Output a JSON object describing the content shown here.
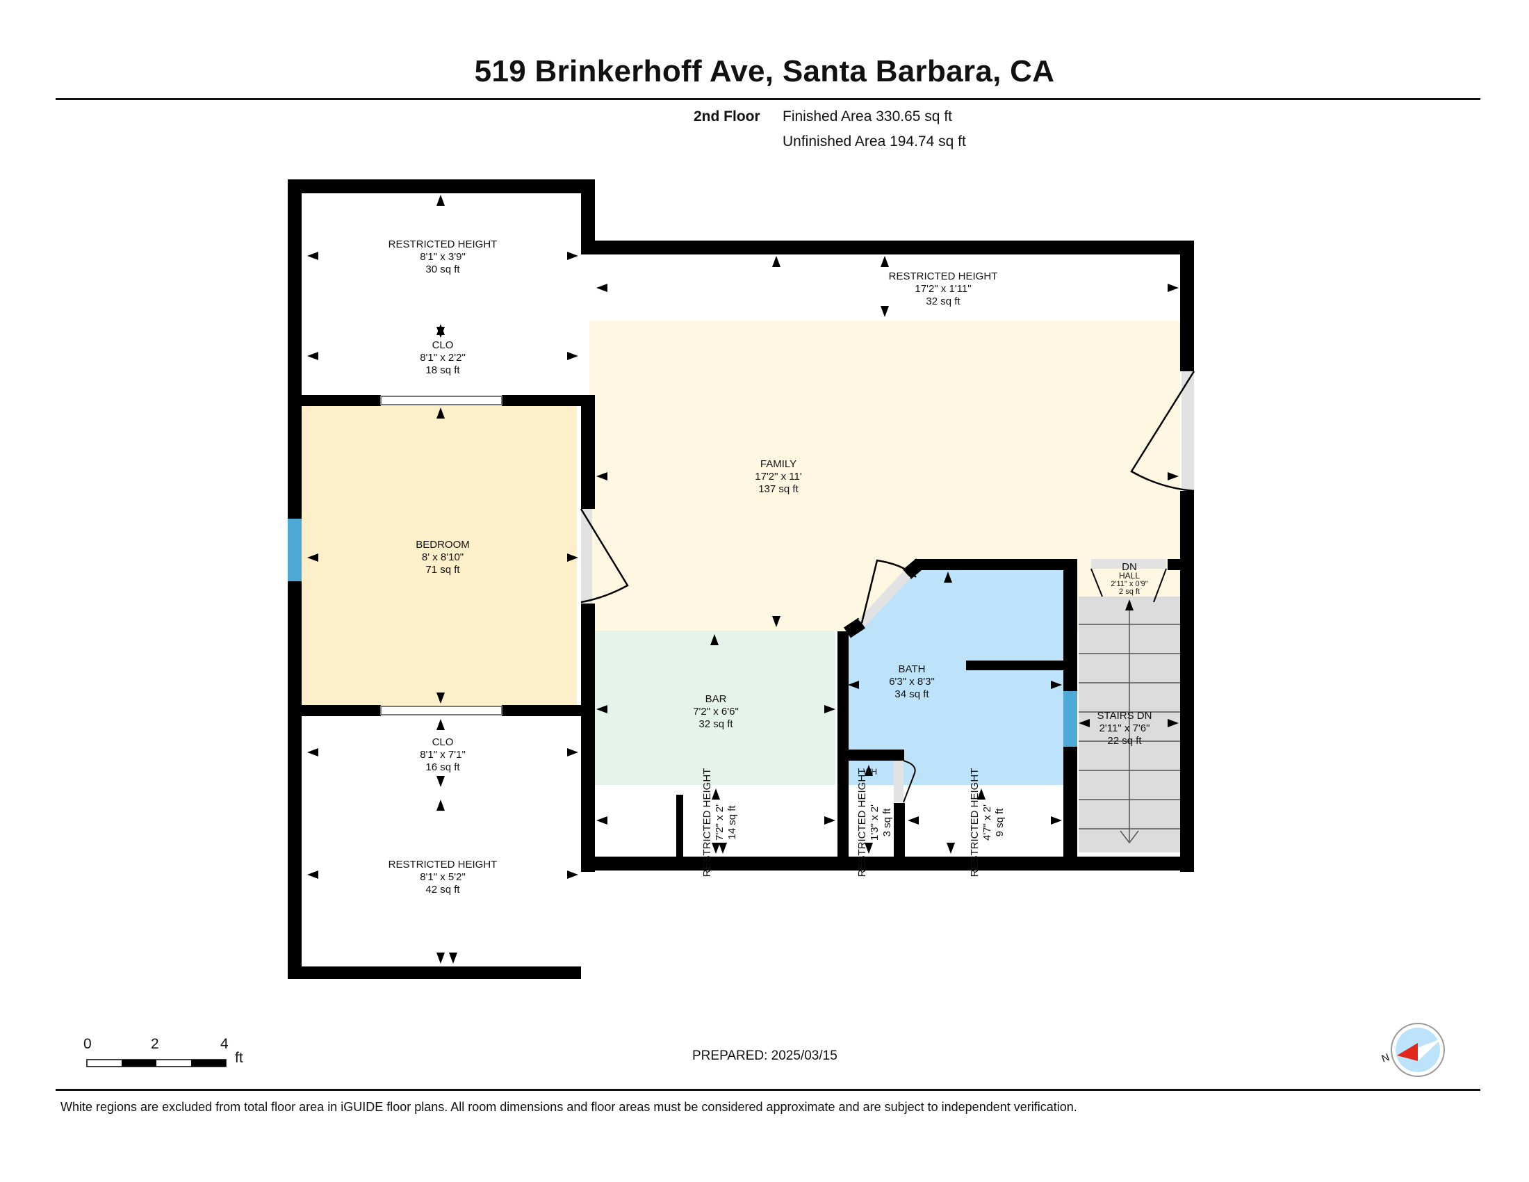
{
  "header": {
    "title": "519 Brinkerhoff Ave, Santa Barbara, CA",
    "floor": "2nd Floor",
    "finished_area": "Finished Area 330.65 sq ft",
    "unfinished_area": "Unfinished Area 194.74 sq ft"
  },
  "rooms": {
    "restricted_top_left": {
      "name": "RESTRICTED HEIGHT",
      "dims": "8'1\" x 3'9\"",
      "area": "30 sq ft"
    },
    "clo_top": {
      "name": "CLO",
      "dims": "8'1\" x 2'2\"",
      "area": "18 sq ft"
    },
    "restricted_top": {
      "name": "RESTRICTED HEIGHT",
      "dims": "17'2\" x 1'11\"",
      "area": "32 sq ft"
    },
    "family": {
      "name": "FAMILY",
      "dims": "17'2\" x 11'",
      "area": "137 sq ft"
    },
    "bedroom": {
      "name": "BEDROOM",
      "dims": "8' x 8'10\"",
      "area": "71 sq ft"
    },
    "bath": {
      "name": "BATH",
      "dims": "6'3\" x 8'3\"",
      "area": "34 sq ft"
    },
    "bar": {
      "name": "BAR",
      "dims": "7'2\" x 6'6\"",
      "area": "32 sq ft"
    },
    "clo_bottom": {
      "name": "CLO",
      "dims": "8'1\" x 7'1\"",
      "area": "16 sq ft"
    },
    "restricted_bottom_left": {
      "name": "RESTRICTED HEIGHT",
      "dims": "8'1\" x 5'2\"",
      "area": "42 sq ft"
    },
    "stairs": {
      "name": "STAIRS DN",
      "dims": "2'11\" x 7'6\"",
      "area": "22 sq ft"
    },
    "hall": {
      "name": "HALL",
      "dims": "2'11\" x 0'9\"",
      "area": "2 sq ft",
      "dn": "DN"
    },
    "restricted_v1": {
      "name": "RESTRICTED HEIGHT",
      "dims": "7'2\" x 2'",
      "area": "14 sq ft"
    },
    "restricted_v2": {
      "name": "RESTRICTED HEIGHT",
      "dims": "1'3\" x 2'",
      "area": "3 sq ft"
    },
    "restricted_v3": {
      "name": "RESTRICTED HEIGHT",
      "dims": "4'7\" x 2'",
      "area": "9 sq ft"
    },
    "wh": {
      "name": "WH"
    }
  },
  "scale": {
    "ticks": [
      "0",
      "2",
      "4"
    ],
    "unit": "ft"
  },
  "compass": {
    "label": "N"
  },
  "prepared": "PREPARED: 2025/03/15",
  "footer": "White regions are excluded from total floor area in iGUIDE floor plans. All room dimensions and floor areas must be considered approximate and are subject to independent verification.",
  "colors": {
    "wall": "#000000",
    "family": "#FEF8E2",
    "bedroom": "#FDEFC9",
    "bath": "#BDE3FA",
    "bar": "#E5F3EA",
    "stairs": "#DCDCDC",
    "window": "#4FA9D6",
    "door": "#E2E2E2"
  }
}
